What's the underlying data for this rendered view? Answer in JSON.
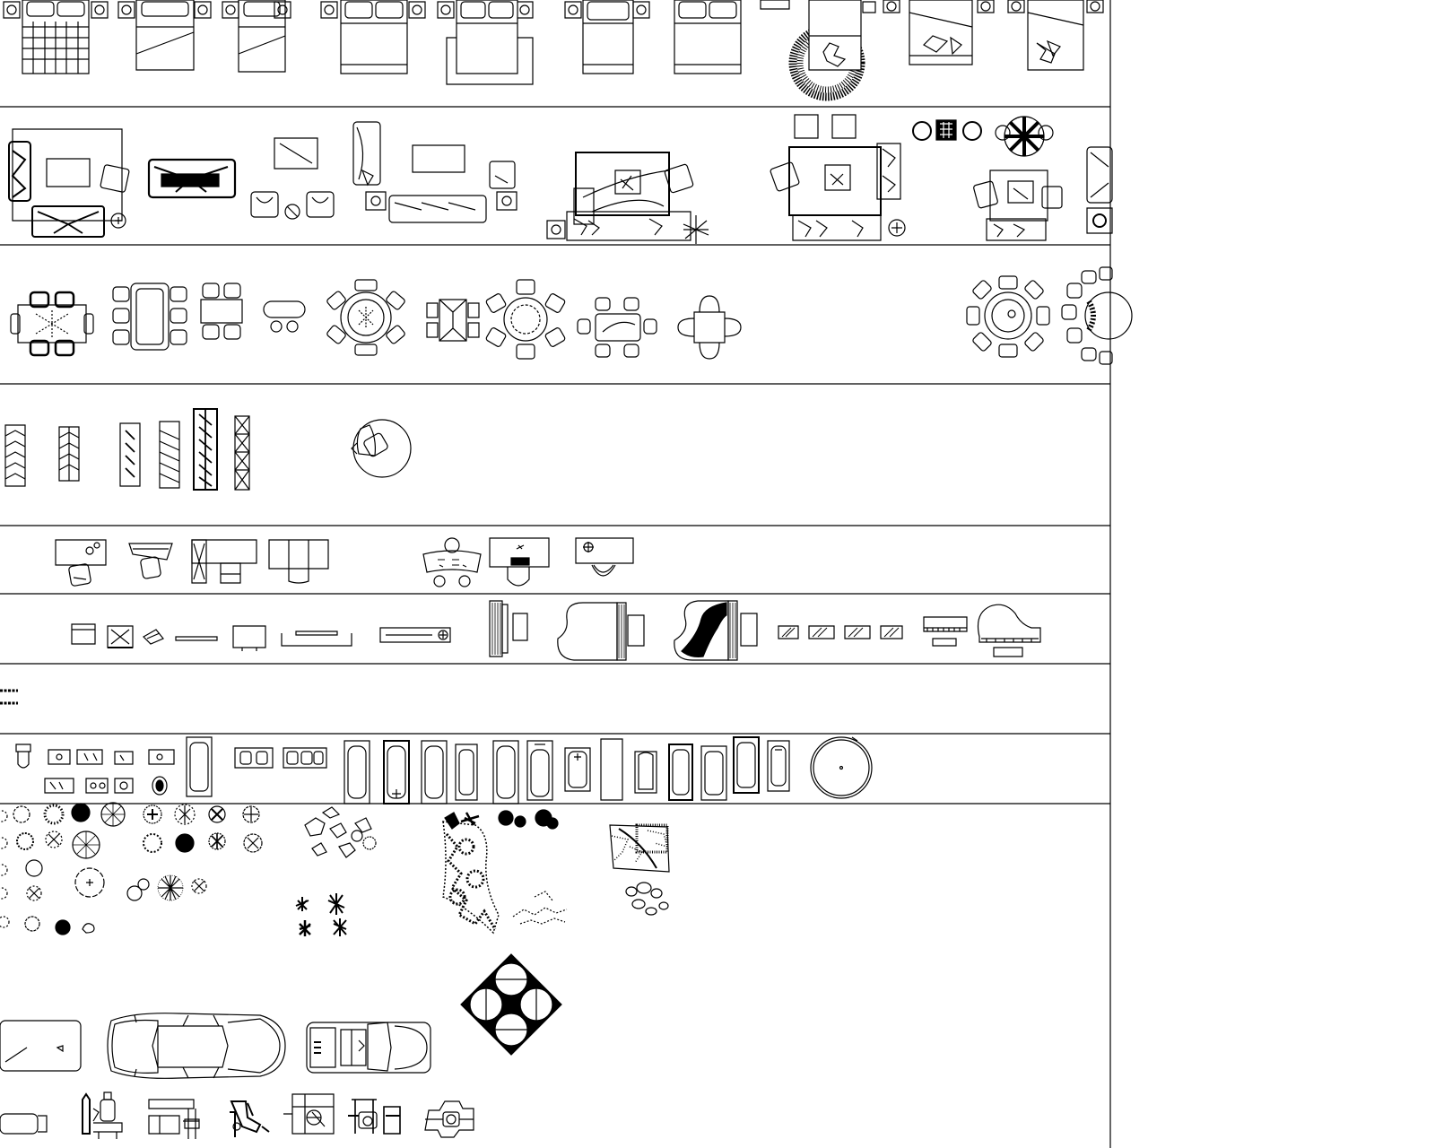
{
  "sheet": {
    "type": "CAD furniture and fixture block library (plan view)",
    "line_color": "#000000",
    "background_color": "#ffffff"
  },
  "sections": [
    {
      "id": "beds",
      "symbols": [
        "bed-king-quilted",
        "bed-single",
        "bed-single",
        "bed-double",
        "bed-double-on-rug",
        "bed-double",
        "bed-double",
        "bed-with-round-rug",
        "bed-double-nightstands",
        "bed-single-nightstands"
      ]
    },
    {
      "id": "living-room",
      "symbols": [
        "sofa-set-with-rug",
        "sofa",
        "coffee-table",
        "armchair-pair",
        "sofa-set-three-seat",
        "living-room-set",
        "living-room-set-sectional",
        "round-side-tables",
        "living-room-set-small",
        "tv-cabinet"
      ]
    },
    {
      "id": "dining",
      "symbols": [
        "dining-table-six",
        "dining-table-six",
        "dining-table-four",
        "bar-table",
        "round-dining-table",
        "dining-table-rectangular",
        "round-dining-table-six",
        "dining-table-glass",
        "square-dining-table",
        "round-banquet-table",
        "round-banquet-table"
      ]
    },
    {
      "id": "wardrobes",
      "symbols": [
        "wardrobe",
        "wardrobe",
        "wardrobe",
        "wardrobe",
        "wardrobe-tall",
        "shelving-unit",
        "lounge-chair-round"
      ]
    },
    {
      "id": "desks",
      "symbols": [
        "desk-with-chair",
        "corner-desk",
        "l-shaped-desk",
        "double-desk",
        "reception-desk",
        "executive-desk",
        "computer-desk"
      ]
    },
    {
      "id": "appliances-pianos",
      "symbols": [
        "microwave",
        "range",
        "iron",
        "flat-screen",
        "tv",
        "sideboard",
        "media-console",
        "upright-piano",
        "grand-piano",
        "grand-piano-black",
        "glass-panels",
        "keyboard",
        "baby-grand-piano"
      ]
    },
    {
      "id": "chairs-rows",
      "symbols": [
        "chair-row",
        "chair-row"
      ]
    },
    {
      "id": "bathroom",
      "symbols": [
        "toilet",
        "vanity-sinks",
        "vanity-sinks",
        "shower",
        "bathtubs",
        "round-tub"
      ]
    },
    {
      "id": "landscape",
      "symbols": [
        "trees",
        "shrubs",
        "planting-cluster",
        "garden-bed",
        "rock-path",
        "stepping-stones",
        "planter-square"
      ]
    },
    {
      "id": "vehicles-gym",
      "symbols": [
        "car",
        "limousine",
        "pickup-truck",
        "treadmill",
        "weight-bench",
        "leg-press",
        "multi-gym",
        "rowing-machine",
        "exercise-bike",
        "cable-station"
      ]
    }
  ]
}
